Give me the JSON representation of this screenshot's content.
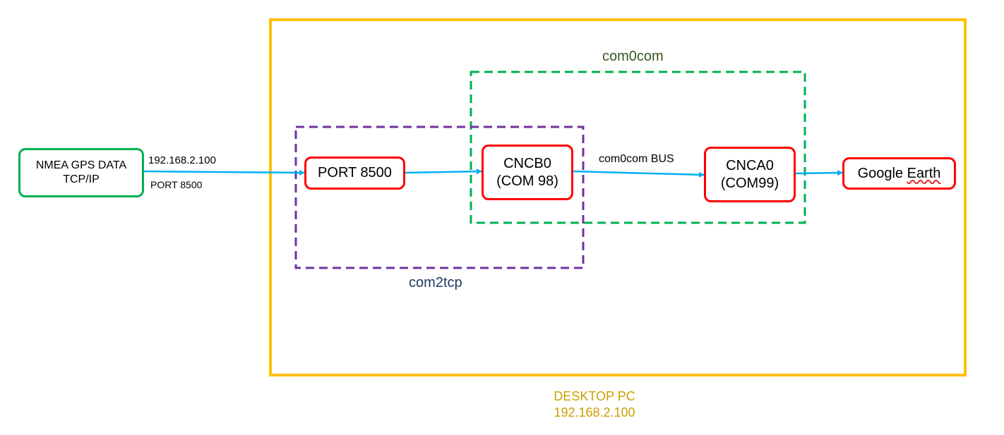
{
  "nodes": {
    "gps_source": {
      "line1": "NMEA GPS DATA",
      "line2": "TCP/IP"
    },
    "port": {
      "label": "PORT 8500"
    },
    "cncb0": {
      "line1": "CNCB0",
      "line2": "(COM 98)"
    },
    "cnca0": {
      "line1": "CNCA0",
      "line2": "(COM99)"
    },
    "google_earth": {
      "label_a": "Google ",
      "label_b": "Earth"
    }
  },
  "edge_labels": {
    "source_ip": "192.168.2.100",
    "source_port": "PORT 8500",
    "bus": "com0com BUS"
  },
  "groups": {
    "com0com": {
      "label": "com0com",
      "color": "#375623"
    },
    "com2tcp": {
      "label": "com2tcp",
      "color": "#1f3864"
    }
  },
  "desktop": {
    "line1": "DESKTOP PC",
    "line2": "192.168.2.100",
    "color": "#ffc000"
  },
  "colors": {
    "arrow": "#00b0f0",
    "node_border_red": "#ff0000",
    "node_border_green": "#00b050",
    "com0com_box": "#00b050",
    "com2tcp_box": "#7030a0"
  }
}
